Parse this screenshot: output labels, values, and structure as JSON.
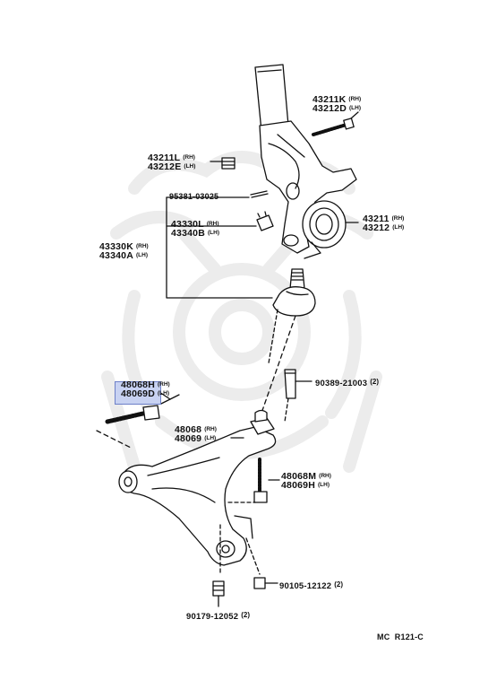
{
  "labels": {
    "p43211K": {
      "num": "43211K",
      "side": "(RH)"
    },
    "p43212D": {
      "num": "43212D",
      "side": "(LH)"
    },
    "p43211L": {
      "num": "43211L",
      "side": "(RH)"
    },
    "p43212E": {
      "num": "43212E",
      "side": "(LH)"
    },
    "p95381": {
      "num": "95381-03025",
      "side": ""
    },
    "p43330L": {
      "num": "43330L",
      "side": "(RH)"
    },
    "p43340B": {
      "num": "43340B",
      "side": "(LH)"
    },
    "p43330K": {
      "num": "43330K",
      "side": "(RH)"
    },
    "p43340A": {
      "num": "43340A",
      "side": "(LH)"
    },
    "p43211": {
      "num": "43211",
      "side": "(RH)"
    },
    "p43212": {
      "num": "43212",
      "side": "(LH)"
    },
    "p48068H": {
      "num": "48068H",
      "side": "(RH)"
    },
    "p48069D": {
      "num": "48069D",
      "side": "(LH)"
    },
    "p90389": {
      "num": "90389-21003",
      "side": "(2)"
    },
    "p48068": {
      "num": "48068",
      "side": "(RH)"
    },
    "p48069": {
      "num": "48069",
      "side": "(LH)"
    },
    "p48068M": {
      "num": "48068M",
      "side": "(RH)"
    },
    "p48069H": {
      "num": "48069H",
      "side": "(LH)"
    },
    "p90105": {
      "num": "90105-12122",
      "side": "(2)"
    },
    "p90179": {
      "num": "90179-12052",
      "side": "(2)"
    },
    "ref": {
      "num": "MC  R121-C",
      "side": ""
    }
  },
  "colors": {
    "ink": "#111111",
    "highlight_fill": "#c8d2f2",
    "highlight_border": "#6d80c8",
    "watermark": "#ececec"
  },
  "icons": {
    "watermark": "samurai-helmet-logo"
  }
}
